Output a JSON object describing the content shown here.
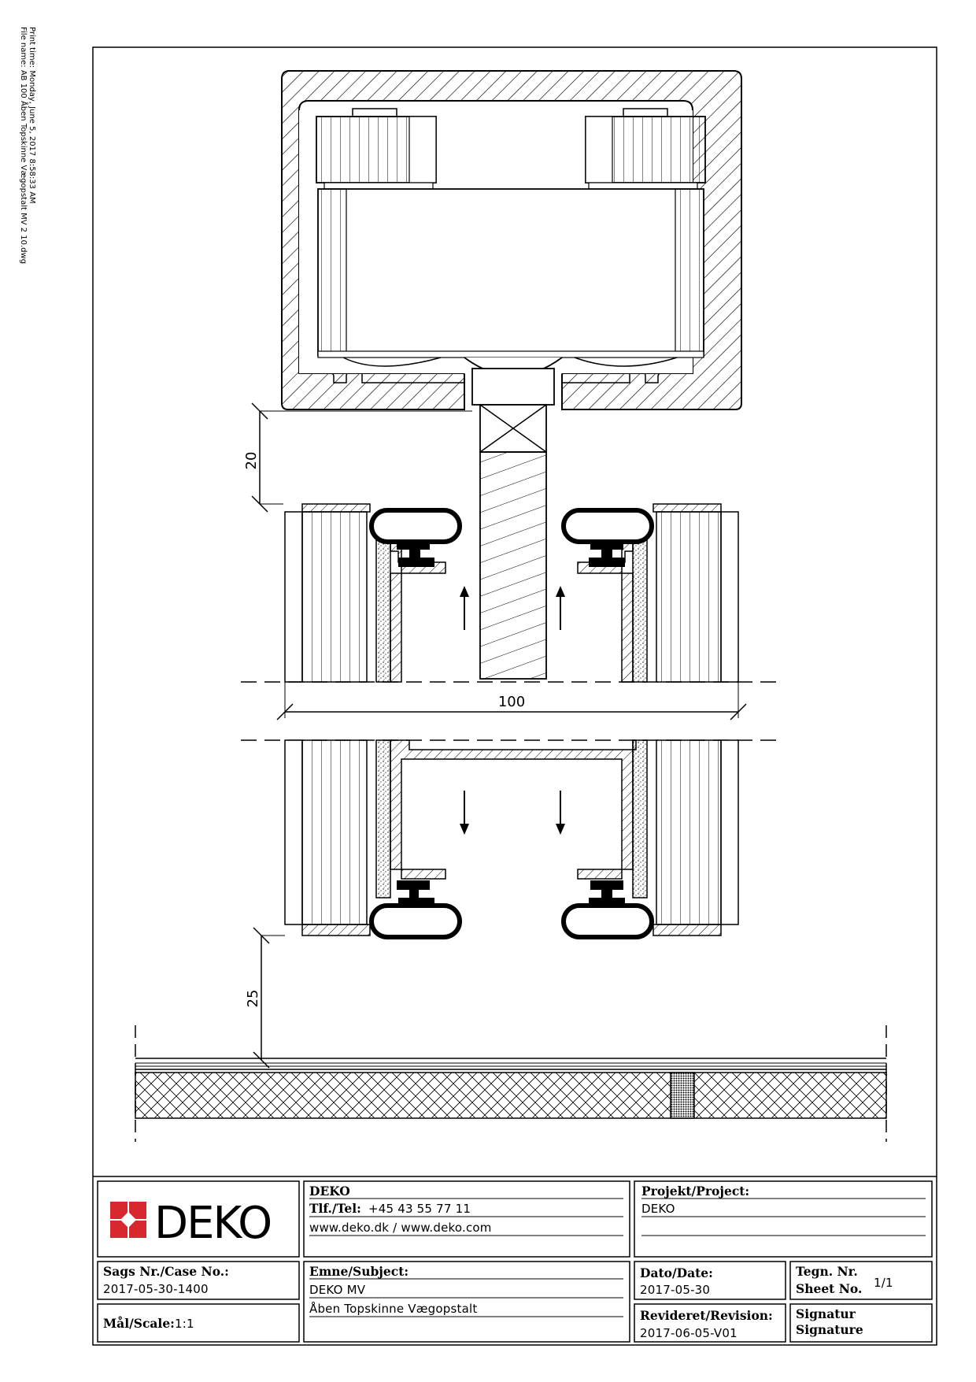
{
  "print_info": {
    "print_time": "Print time: Monday, June 5, 2017 8:58:33 AM",
    "file_name": "File name: AB 100 Åben Topskinne Vægopstalt MV 2 10.dwg"
  },
  "dimensions": {
    "top_gap": "20",
    "width": "100",
    "bottom_gap": "25"
  },
  "title_block": {
    "logo_text": "DEKO",
    "company": {
      "name": "DEKO",
      "tel_label": "Tlf./Tel:",
      "tel_value": "+45 43 55 77 11",
      "web": "www.deko.dk / www.deko.com"
    },
    "project": {
      "label": "Projekt/Project:",
      "value": "DEKO"
    },
    "case": {
      "label": "Sags Nr./Case No.:",
      "value": "2017-05-30-1400"
    },
    "scale": {
      "label": "Mål/Scale:",
      "value": "1:1"
    },
    "subject": {
      "label": "Emne/Subject:",
      "line1": "DEKO MV",
      "line2": "Åben Topskinne Vægopstalt"
    },
    "date": {
      "label": "Dato/Date:",
      "value": "2017-05-30"
    },
    "revision": {
      "label": "Revideret/Revision:",
      "value": "2017-06-05-V01"
    },
    "sheet": {
      "label1": "Tegn. Nr.",
      "label2": "Sheet No.",
      "value": "1/1"
    },
    "signature": {
      "label1": "Signatur",
      "label2": "Signature"
    }
  },
  "colors": {
    "ink": "#000000",
    "logo_red": "#d7282f"
  }
}
